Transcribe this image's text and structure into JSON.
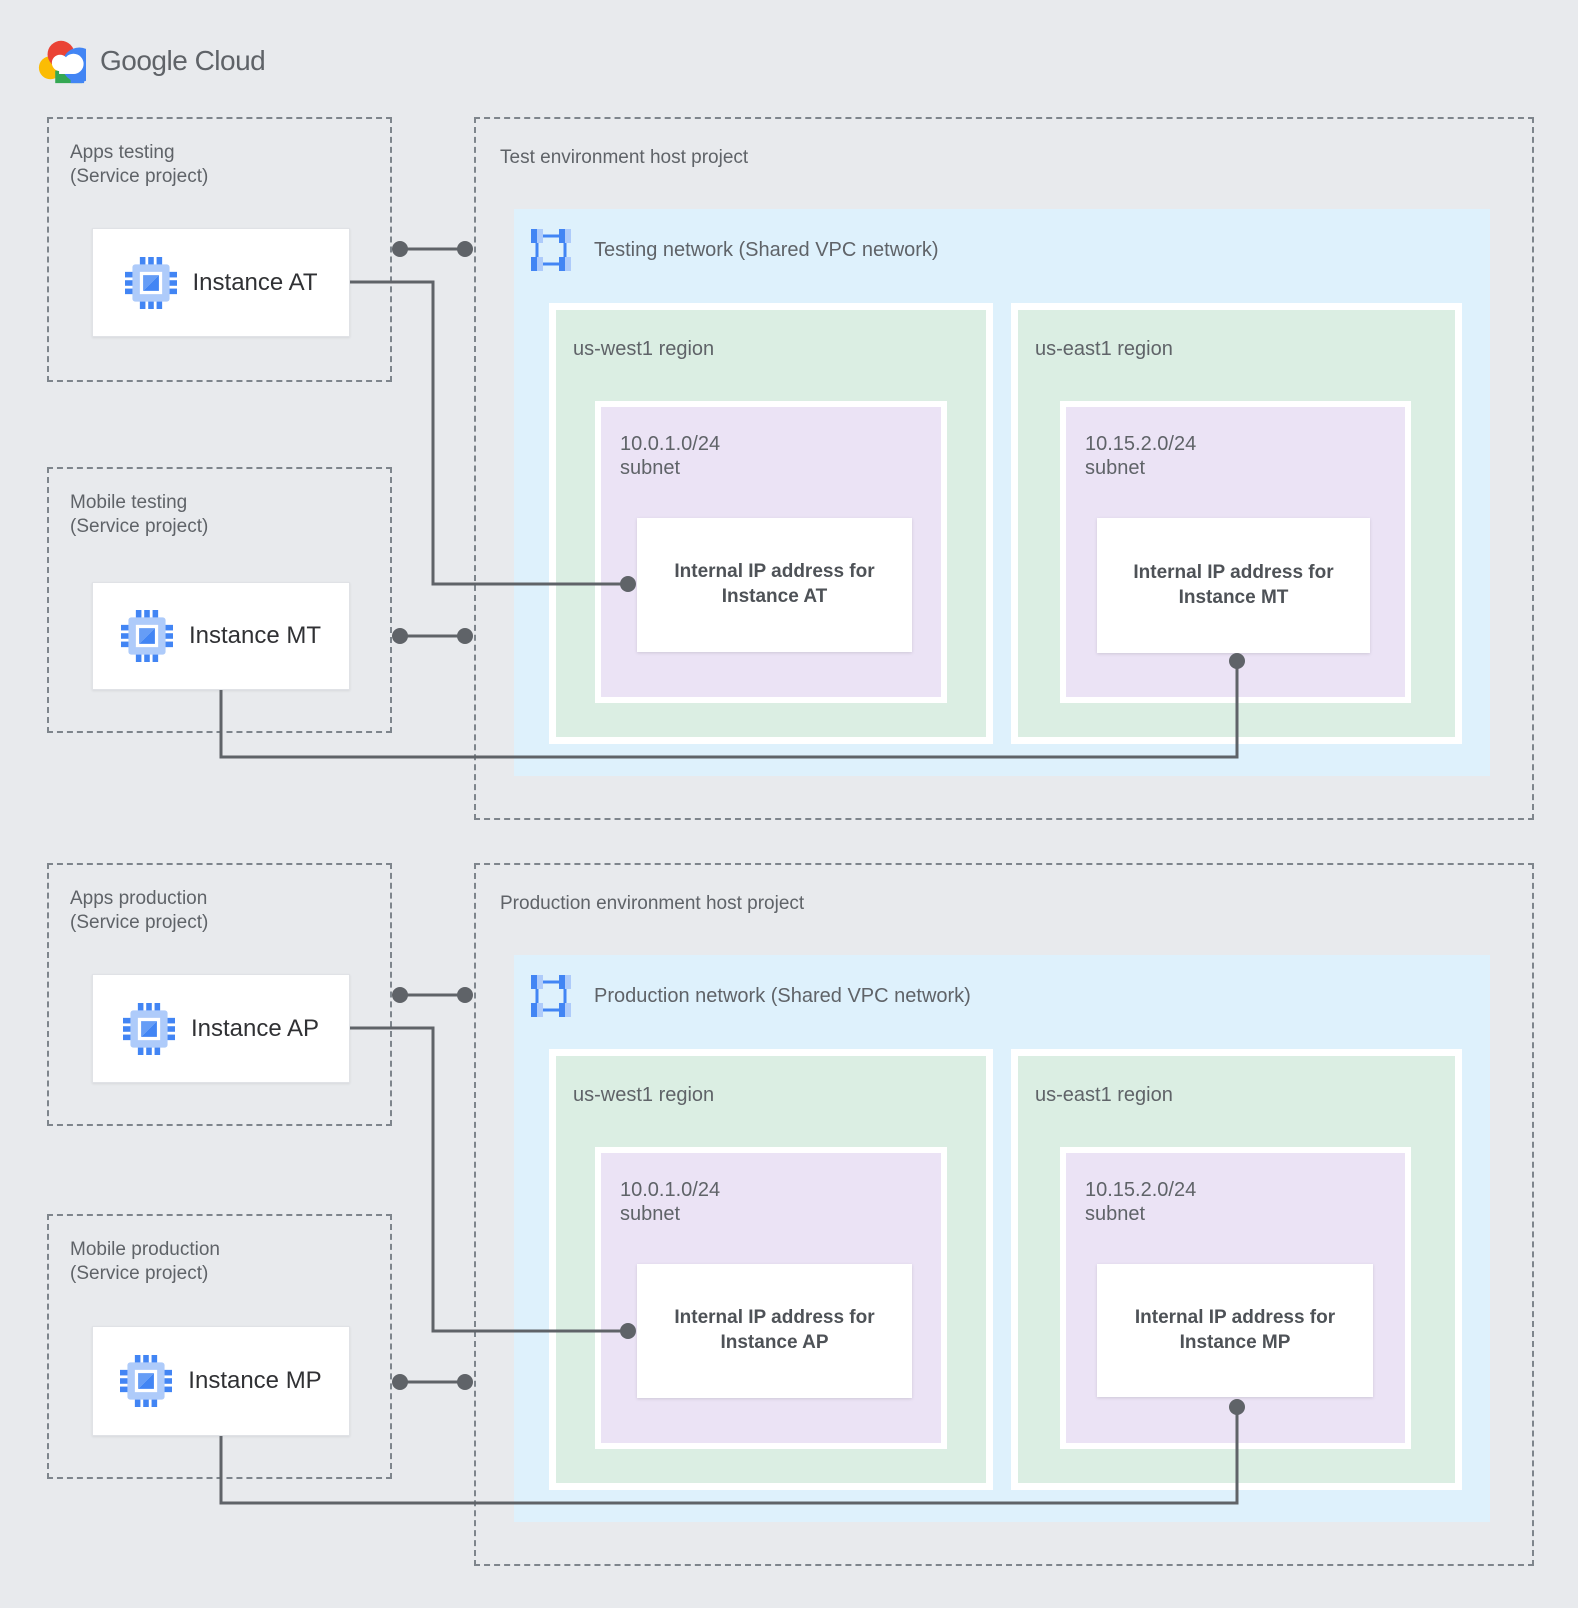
{
  "brand": {
    "logo_text": "Google Cloud"
  },
  "palette": {
    "canvas_bg": "#e8eaed",
    "network_bg": "#def1fc",
    "region_bg": "#dbeee3",
    "subnet_bg": "#ebe3f5",
    "connector": "#5f6368",
    "accent_blue": "#4285f4",
    "accent_blue_light": "#aecbfa",
    "logo_red": "#ea4335",
    "logo_yellow": "#fbbc04",
    "logo_green": "#34a853"
  },
  "icons": {
    "instance": "compute-engine-icon",
    "network": "vpc-network-icon",
    "logo": "google-cloud-logo"
  },
  "test": {
    "host_title": "Test environment host project",
    "network_label": "Testing network (Shared VPC network)",
    "service_projects": [
      {
        "title": "Apps testing",
        "subtitle": "(Service project)",
        "instance_label": "Instance AT"
      },
      {
        "title": "Mobile testing",
        "subtitle": "(Service project)",
        "instance_label": "Instance MT"
      }
    ],
    "regions": [
      {
        "name": "us-west1 region",
        "subnet_cidr": "10.0.1.0/24",
        "subnet_word": "subnet",
        "ip_line1": "Internal IP address for",
        "ip_line2": "Instance AT"
      },
      {
        "name": "us-east1 region",
        "subnet_cidr": "10.15.2.0/24",
        "subnet_word": "subnet",
        "ip_line1": "Internal IP address for",
        "ip_line2": "Instance MT"
      }
    ]
  },
  "prod": {
    "host_title": "Production environment host project",
    "network_label": "Production network (Shared VPC network)",
    "service_projects": [
      {
        "title": "Apps production",
        "subtitle": "(Service project)",
        "instance_label": "Instance AP"
      },
      {
        "title": "Mobile production",
        "subtitle": "(Service project)",
        "instance_label": "Instance MP"
      }
    ],
    "regions": [
      {
        "name": "us-west1 region",
        "subnet_cidr": "10.0.1.0/24",
        "subnet_word": "subnet",
        "ip_line1": "Internal IP address for",
        "ip_line2": "Instance AP"
      },
      {
        "name": "us-east1 region",
        "subnet_cidr": "10.15.2.0/24",
        "subnet_word": "subnet",
        "ip_line1": "Internal IP address for",
        "ip_line2": "Instance MP"
      }
    ]
  }
}
